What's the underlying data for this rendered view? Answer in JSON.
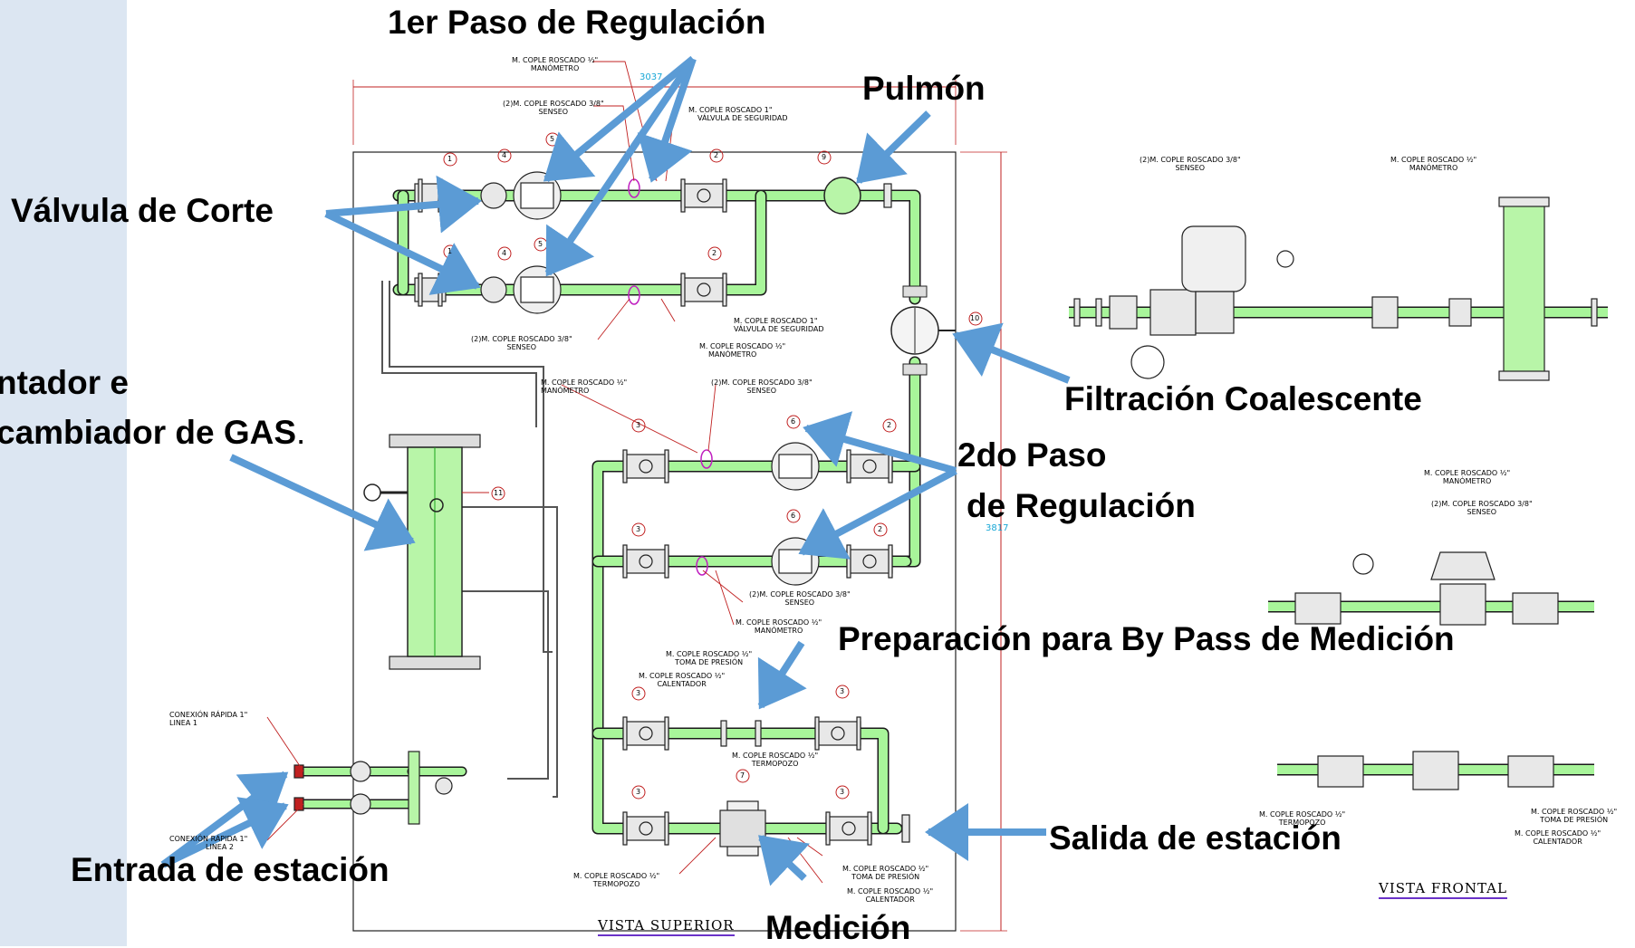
{
  "callouts": {
    "primer_paso": "1er Paso de Regulación",
    "pulmon": "Pulmón",
    "valvula_corte": "Válvula de Corte",
    "calentador_line1": "ntador e",
    "calentador_line2": "cambiador de GAS",
    "calentador_dot": ".",
    "filtracion": "Filtración Coalescente",
    "segundo_paso_1": "2do Paso",
    "segundo_paso_2": "de Regulación",
    "bypass": "Preparación para By Pass de Medición",
    "salida": "Salida de estación",
    "entrada": "Entrada de estación",
    "medicion": "Medición"
  },
  "view_titles": {
    "superior": "VISTA SUPERIOR",
    "frontal": "VISTA FRONTAL"
  },
  "dimensions": {
    "width": "3037",
    "height": "3817"
  },
  "notes_superior": {
    "n1a": "M. COPLE ROSCADO ½\"",
    "n1b": "MANÓMETRO",
    "n2a": "(2)M. COPLE ROSCADO 3/8\"",
    "n2b": "SENSEO",
    "n3a": "M. COPLE ROSCADO 1\"",
    "n3b": "VÁLVULA DE SEGURIDAD",
    "n4a": "M. COPLE ROSCADO 1\"",
    "n4b": "VÁLVULA DE SEGURIDAD",
    "n5a": "M. COPLE ROSCADO ½\"",
    "n5b": "MANÓMETRO",
    "n6a": "(2)M. COPLE ROSCADO 3/8\"",
    "n6b": "SENSEO",
    "n7a": "M. COPLE ROSCADO ½\"",
    "n7b": "MANÓMETRO",
    "n8a": "(2)M. COPLE ROSCADO 3/8\"",
    "n8b": "SENSEO",
    "n9a": "(2)M. COPLE ROSCADO 3/8\"",
    "n9b": "SENSEO",
    "n10a": "M. COPLE ROSCADO ½\"",
    "n10b": "MANÓMETRO",
    "n11a": "M. COPLE ROSCADO ½\"",
    "n11b": "TOMA DE PRESIÓN",
    "n12a": "M. COPLE ROSCADO ½\"",
    "n12b": "CALENTADOR",
    "n13a": "M. COPLE ROSCADO ½\"",
    "n13b": "TERMOPOZO",
    "n14a": "CONEXIÓN RÁPIDA 1\"",
    "n14b": "LINEA 1",
    "n15a": "CONEXIÓN RÁPIDA 1\"",
    "n15b": "LINEA 2",
    "n16a": "M. COPLE ROSCADO ½\"",
    "n16b": "TERMOPOZO",
    "n17a": "M. COPLE ROSCADO ½\"",
    "n17b": "TOMA DE PRESIÓN",
    "n18a": "M. COPLE ROSCADO ½\"",
    "n18b": "CALENTADOR"
  },
  "notes_frontal": {
    "f1a": "(2)M. COPLE ROSCADO 3/8\"",
    "f1b": "SENSEO",
    "f2a": "M. COPLE ROSCADO ½\"",
    "f2b": "MANÓMETRO",
    "f3a": "M. COPLE ROSCADO ½\"",
    "f3b": "MANÓMETRO",
    "f4a": "(2)M. COPLE ROSCADO 3/8\"",
    "f4b": "SENSEO",
    "f5a": "M. COPLE ROSCADO ½\"",
    "f5b": "TERMOPOZO",
    "f6a": "M. COPLE ROSCADO ½\"",
    "f6b": "TOMA DE PRESIÓN",
    "f7a": "M. COPLE ROSCADO ½\"",
    "f7b": "CALENTADOR"
  },
  "balloons": {
    "b1": "1",
    "b2": "2",
    "b3": "3",
    "b4": "4",
    "b5": "5",
    "b6": "6",
    "b7": "7",
    "b9": "9",
    "b10": "10",
    "b11": "11"
  },
  "colors": {
    "pipe": "#a8f59a",
    "pipe_edge": "#1a1a1a",
    "arrow": "#5b9bd5",
    "note_leader": "#e02020",
    "sensor_mark": "#c020c0",
    "dimension": "#18a7d6",
    "sidebar": "#dce6f2"
  }
}
